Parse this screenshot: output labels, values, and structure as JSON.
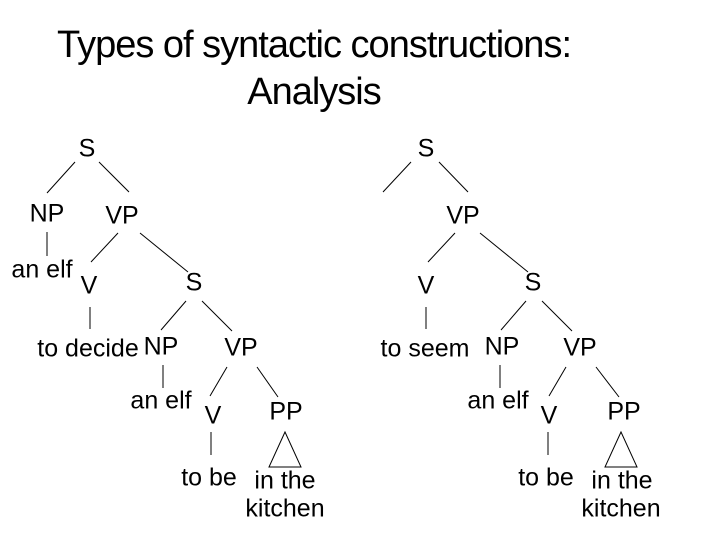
{
  "slide": {
    "title_line1": "Types of syntactic constructions:",
    "title_line2": "Analysis",
    "background_color": "#ffffff",
    "text_color": "#000000"
  },
  "left_tree": {
    "description": "control-verb analysis tree",
    "s_root": "S",
    "np_subject": "NP",
    "np_subject_word": "an elf",
    "vp_main": "VP",
    "v_main": "V",
    "v_main_word": "to decide",
    "s_embedded": "S",
    "np_embedded": "NP",
    "np_embedded_word": "an elf",
    "vp_embedded": "VP",
    "v_embedded": "V",
    "v_embedded_word": "to be",
    "pp": "PP",
    "pp_word_line1": "in the",
    "pp_word_line2": "kitchen"
  },
  "right_tree": {
    "description": "raising-verb analysis tree with empty subject branch",
    "s_root": "S",
    "vp_main": "VP",
    "v_main": "V",
    "v_main_word": "to seem",
    "s_embedded": "S",
    "np_embedded": "NP",
    "np_embedded_word": "an elf",
    "vp_embedded": "VP",
    "v_embedded": "V",
    "v_embedded_word": "to be",
    "pp": "PP",
    "pp_word_line1": "in the",
    "pp_word_line2": "kitchen"
  }
}
